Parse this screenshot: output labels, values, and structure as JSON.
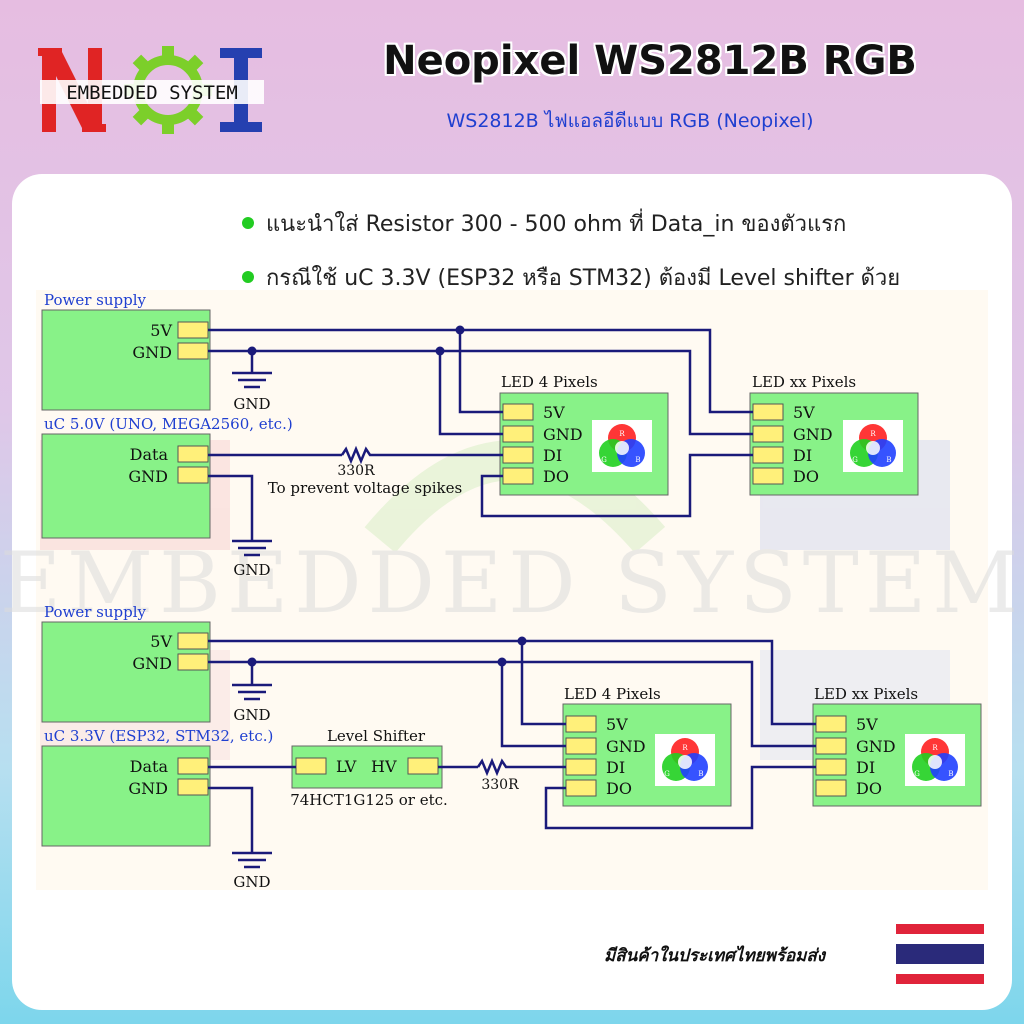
{
  "header": {
    "logo_text": "EMBEDDED SYSTEM",
    "title": "Neopixel WS2812B RGB",
    "subtitle": "WS2812B ไฟแอลอีดีแบบ RGB (Neopixel)"
  },
  "notes": [
    "แนะนำใส่ Resistor 300 - 500 ohm ที่ Data_in ของตัวแรก",
    "กรณีใช้ uC 3.3V (ESP32 หรือ STM32) ต้องมี Level shifter ด้วย"
  ],
  "watermark": "EMBEDDED SYSTEM",
  "circuit1": {
    "power_title": "Power supply",
    "pin_5v": "5V",
    "pin_gnd": "GND",
    "gnd_label": "GND",
    "uc_title": "uC 5.0V (UNO, MEGA2560, etc.)",
    "pin_data": "Data",
    "resistor": "330R",
    "resistor_note": "To prevent voltage spikes",
    "led1_title": "LED 4 Pixels",
    "led2_title": "LED xx Pixels",
    "led_pins": [
      "5V",
      "GND",
      "DI",
      "DO"
    ]
  },
  "circuit2": {
    "power_title": "Power supply",
    "pin_5v": "5V",
    "pin_gnd": "GND",
    "gnd_label": "GND",
    "uc_title": "uC 3.3V (ESP32, STM32, etc.)",
    "pin_data": "Data",
    "shifter_title": "Level Shifter",
    "shifter_lv": "LV",
    "shifter_hv": "HV",
    "shifter_part": "74HCT1G125 or etc.",
    "resistor": "330R",
    "led1_title": "LED 4 Pixels",
    "led2_title": "LED xx Pixels",
    "led_pins": [
      "5V",
      "GND",
      "DI",
      "DO"
    ]
  },
  "rgb_labels": [
    "R",
    "G",
    "B"
  ],
  "footer": {
    "note": "มีสินค้าในประเทศไทยพร้อมส่ง"
  },
  "colors": {
    "wire": "#1a1a7a",
    "block": "#88f288",
    "pin": "#fff07a",
    "accent_blue": "#1f3fd0",
    "logo_red": "#e02424",
    "logo_green": "#7ccf2a",
    "logo_blue": "#2540b0"
  }
}
